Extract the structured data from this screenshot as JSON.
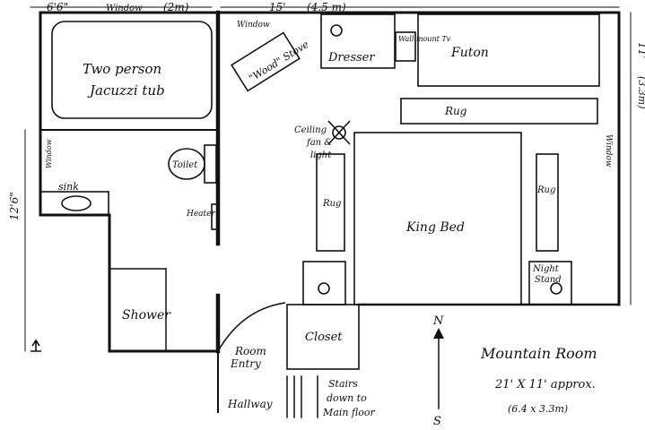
{
  "dimensions": {
    "top_left": "6'6\"",
    "top_left_metric": "(2m)",
    "top_right": "15'",
    "top_right_metric": "(4.5 m)",
    "right_side": "11'",
    "right_side_metric": "(3.3m)",
    "left_side": "12'6\""
  },
  "windows": {
    "top_bath": "Window",
    "top_stove": "Window",
    "right": "Window",
    "bath_left": "Window"
  },
  "rooms": {
    "jacuzzi_line1": "Two person",
    "jacuzzi_line2": "Jacuzzi tub",
    "toilet": "Toilet",
    "sink": "sink",
    "heater": "Heater",
    "shower": "Shower",
    "wood_stove": "\"Wood\" Stove",
    "dresser": "Dresser",
    "wall_tv": "Wall mount Tv",
    "futon": "Futon",
    "rug_top": "Rug",
    "ceiling_fan_line1": "Ceiling",
    "ceiling_fan_line2": "fan &",
    "ceiling_fan_line3": "light",
    "rug_left": "Rug",
    "king_bed": "King Bed",
    "rug_right": "Rug",
    "night_stand_line1": "Night",
    "night_stand_line2": "Stand",
    "closet": "Closet",
    "room_entry_line1": "Room",
    "room_entry_line2": "Entry",
    "hallway": "Hallway",
    "stairs_line1": "Stairs",
    "stairs_line2": "down to",
    "stairs_line3": "Main floor"
  },
  "compass": {
    "north": "N",
    "south": "S"
  },
  "title": {
    "name": "Mountain Room",
    "size": "21' X 11'  approx.",
    "metric": "(6.4 x 3.3m)"
  }
}
